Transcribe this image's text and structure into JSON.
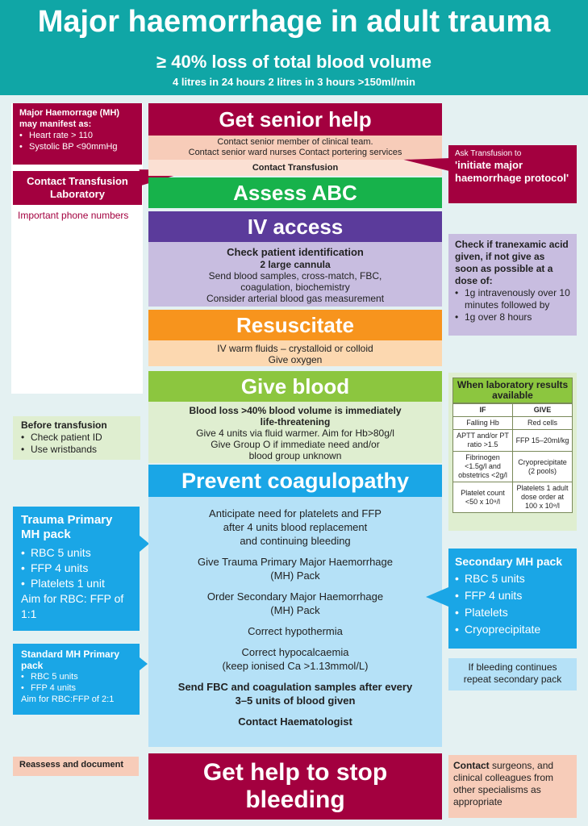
{
  "header": {
    "title": "Major haemorrhage in adult trauma",
    "subtitle": "≥ 40% loss of total blood volume",
    "rates": "4 litres in 24 hours   2 litres in 3 hours   >150ml/min"
  },
  "left": {
    "manifest": {
      "heading": "Major Haemorrage (MH) may manifest as:",
      "items": [
        "Heart rate > 110",
        "Systolic BP <90mmHg"
      ]
    },
    "lab_box": "Contact Transfusion Laboratory",
    "phone_label": "Important phone numbers",
    "before": {
      "heading": "Before transfusion",
      "items": [
        "Check patient ID",
        "Use wristbands"
      ]
    },
    "trauma_pack": {
      "heading": "Trauma Primary MH pack",
      "items": [
        "RBC 5 units",
        "FFP 4 units",
        "Platelets 1 unit"
      ],
      "aim": "Aim for RBC: FFP of 1:1"
    },
    "standard_pack": {
      "heading": "Standard MH Primary pack",
      "items": [
        "RBC 5 units",
        "FFP 4 units"
      ],
      "aim": "Aim for RBC:FFP of 2:1"
    },
    "reassess": "Reassess and document"
  },
  "center": {
    "senior": {
      "title": "Get senior help",
      "line1": "Contact senior member of clinical team.",
      "line2": "Contact senior ward nurses Contact portering services",
      "line3": "Contact Transfusion"
    },
    "abc": {
      "title": "Assess ABC"
    },
    "iv": {
      "title": "IV access",
      "line1": "Check patient identification",
      "line2": "2 large cannula",
      "line3": "Send blood samples, cross-match, FBC,",
      "line4": "coagulation, biochemistry",
      "line5": "Consider arterial blood gas measurement"
    },
    "resus": {
      "title": "Resuscitate",
      "line1": "IV warm fluids – crystalloid or colloid",
      "line2": "Give oxygen"
    },
    "blood": {
      "title": "Give blood",
      "line1": "Blood loss >40% blood volume is immediately",
      "line2": "life-threatening",
      "line3": "Give 4 units via fluid warmer. Aim for Hb>80g/l",
      "line4": "Give Group O if immediate need and/or",
      "line5": "blood group unknown"
    },
    "coag": {
      "title": "Prevent coagulopathy",
      "p1": "Anticipate need for platelets and FFP",
      "p2": "after 4 units blood replacement",
      "p3": "and continuing bleeding",
      "p4": "Give Trauma Primary Major Haemorrhage",
      "p5": "(MH) Pack",
      "p6": "Order Secondary Major Haemorrhage",
      "p7": "(MH) Pack",
      "p8": "Correct hypothermia",
      "p9": "Correct hypocalcaemia",
      "p10": "(keep ionised Ca >1.13mmol/L)",
      "p11": "Send FBC and coagulation samples after every",
      "p12": "3–5 units of blood given",
      "p13": "Contact Haematologist"
    },
    "stop": {
      "line1": "Get help to stop",
      "line2": "bleeding"
    }
  },
  "right": {
    "ask": {
      "line1": "Ask Transfusion to",
      "line2": "'initiate major haemorrhage protocol'"
    },
    "txa": {
      "heading": "Check if tranexamic acid given, if not give as soon as possible at a dose of:",
      "items": [
        "1g intravenously over 10 minutes followed by",
        "1g over 8 hours"
      ]
    },
    "lab_results": {
      "heading": "When laboratory results available",
      "col_if": "IF",
      "col_give": "GIVE",
      "rows": [
        {
          "if": "Falling Hb",
          "give": "Red cells"
        },
        {
          "if": "APTT and/or PT ratio >1.5",
          "give": "FFP 15–20ml/kg"
        },
        {
          "if": "Fibrinogen <1.5g/l and obstetrics <2g/l",
          "give": "Cryoprecipitate (2 pools)"
        },
        {
          "if": "Platelet count <50 x 10⁹/l",
          "give": "Platelets 1 adult dose order at 100 x 10⁹/l"
        }
      ]
    },
    "secondary": {
      "heading": "Secondary MH pack",
      "items": [
        "RBC 5 units",
        "FFP 4 units",
        "Platelets",
        "Cryoprecipitate"
      ]
    },
    "repeat": "If bleeding continues repeat secondary pack",
    "contact": {
      "bold": "Contact",
      "rest": " surgeons, and clinical colleagues from other specialisms as appropriate"
    }
  },
  "colors": {
    "teal": "#10a6a6",
    "maroon": "#a3003f",
    "green": "#17b24b",
    "purple": "#5b3b9b",
    "orange": "#f7941d",
    "lime": "#8cc63f",
    "blue": "#1aa6e6"
  }
}
